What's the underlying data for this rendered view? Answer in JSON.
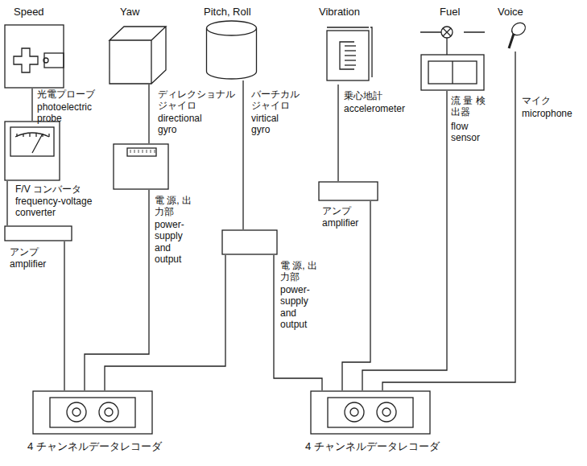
{
  "diagram": {
    "nodes": [
      {
        "text": [
          "Speed",
          "光電プローブ",
          "photoelectric probe"
        ]
      },
      {
        "text": [
          "Yaw",
          "ディレクショナル ジャイロ",
          "directional gyro"
        ]
      },
      {
        "text": [
          "Pitch, Roll",
          "バーチカル ジャイロ",
          "virtical gyro"
        ]
      },
      {
        "text": [
          "Vibration",
          "乗心地計",
          "accelerometer"
        ]
      },
      {
        "text": [
          "Fuel",
          "流 量 検出器",
          "flow sensor"
        ]
      },
      {
        "text": [
          "Voice",
          "マイク",
          "microphone"
        ]
      },
      {
        "text": [
          "F/V コンバータ",
          "frequency-voltage converter"
        ]
      },
      {
        "text": [
          "電 源, 出力部",
          "power-supply and output"
        ]
      },
      {
        "text": [
          "電 源, 出力部",
          "power-supply and output"
        ]
      },
      {
        "text": [
          "アンプ",
          "amplifier"
        ]
      },
      {
        "text": [
          "アンプ",
          "amplifier"
        ]
      },
      {
        "text": [
          "4 チャンネルデータレコーダ"
        ]
      },
      {
        "text": [
          "4 チャンネルデータレコーダ"
        ]
      }
    ],
    "edges": [
      {
        "from": 0,
        "to": 6,
        "arrow": "none"
      },
      {
        "from": 6,
        "to": 10,
        "arrow": "none"
      },
      {
        "from": 10,
        "to": 11,
        "arrow": "none"
      },
      {
        "from": 1,
        "to": 7,
        "arrow": "none"
      },
      {
        "from": 7,
        "to": 11,
        "arrow": "none"
      },
      {
        "from": 2,
        "to": 8,
        "arrow": "none"
      },
      {
        "from": 8,
        "to": 11,
        "arrow": "none"
      },
      {
        "from": 8,
        "to": 12,
        "arrow": "none"
      },
      {
        "from": 3,
        "to": 9,
        "arrow": "none"
      },
      {
        "from": 9,
        "to": 12,
        "arrow": "none"
      },
      {
        "from": 4,
        "to": 12,
        "arrow": "none"
      },
      {
        "from": 5,
        "to": 12,
        "arrow": "none"
      }
    ]
  }
}
